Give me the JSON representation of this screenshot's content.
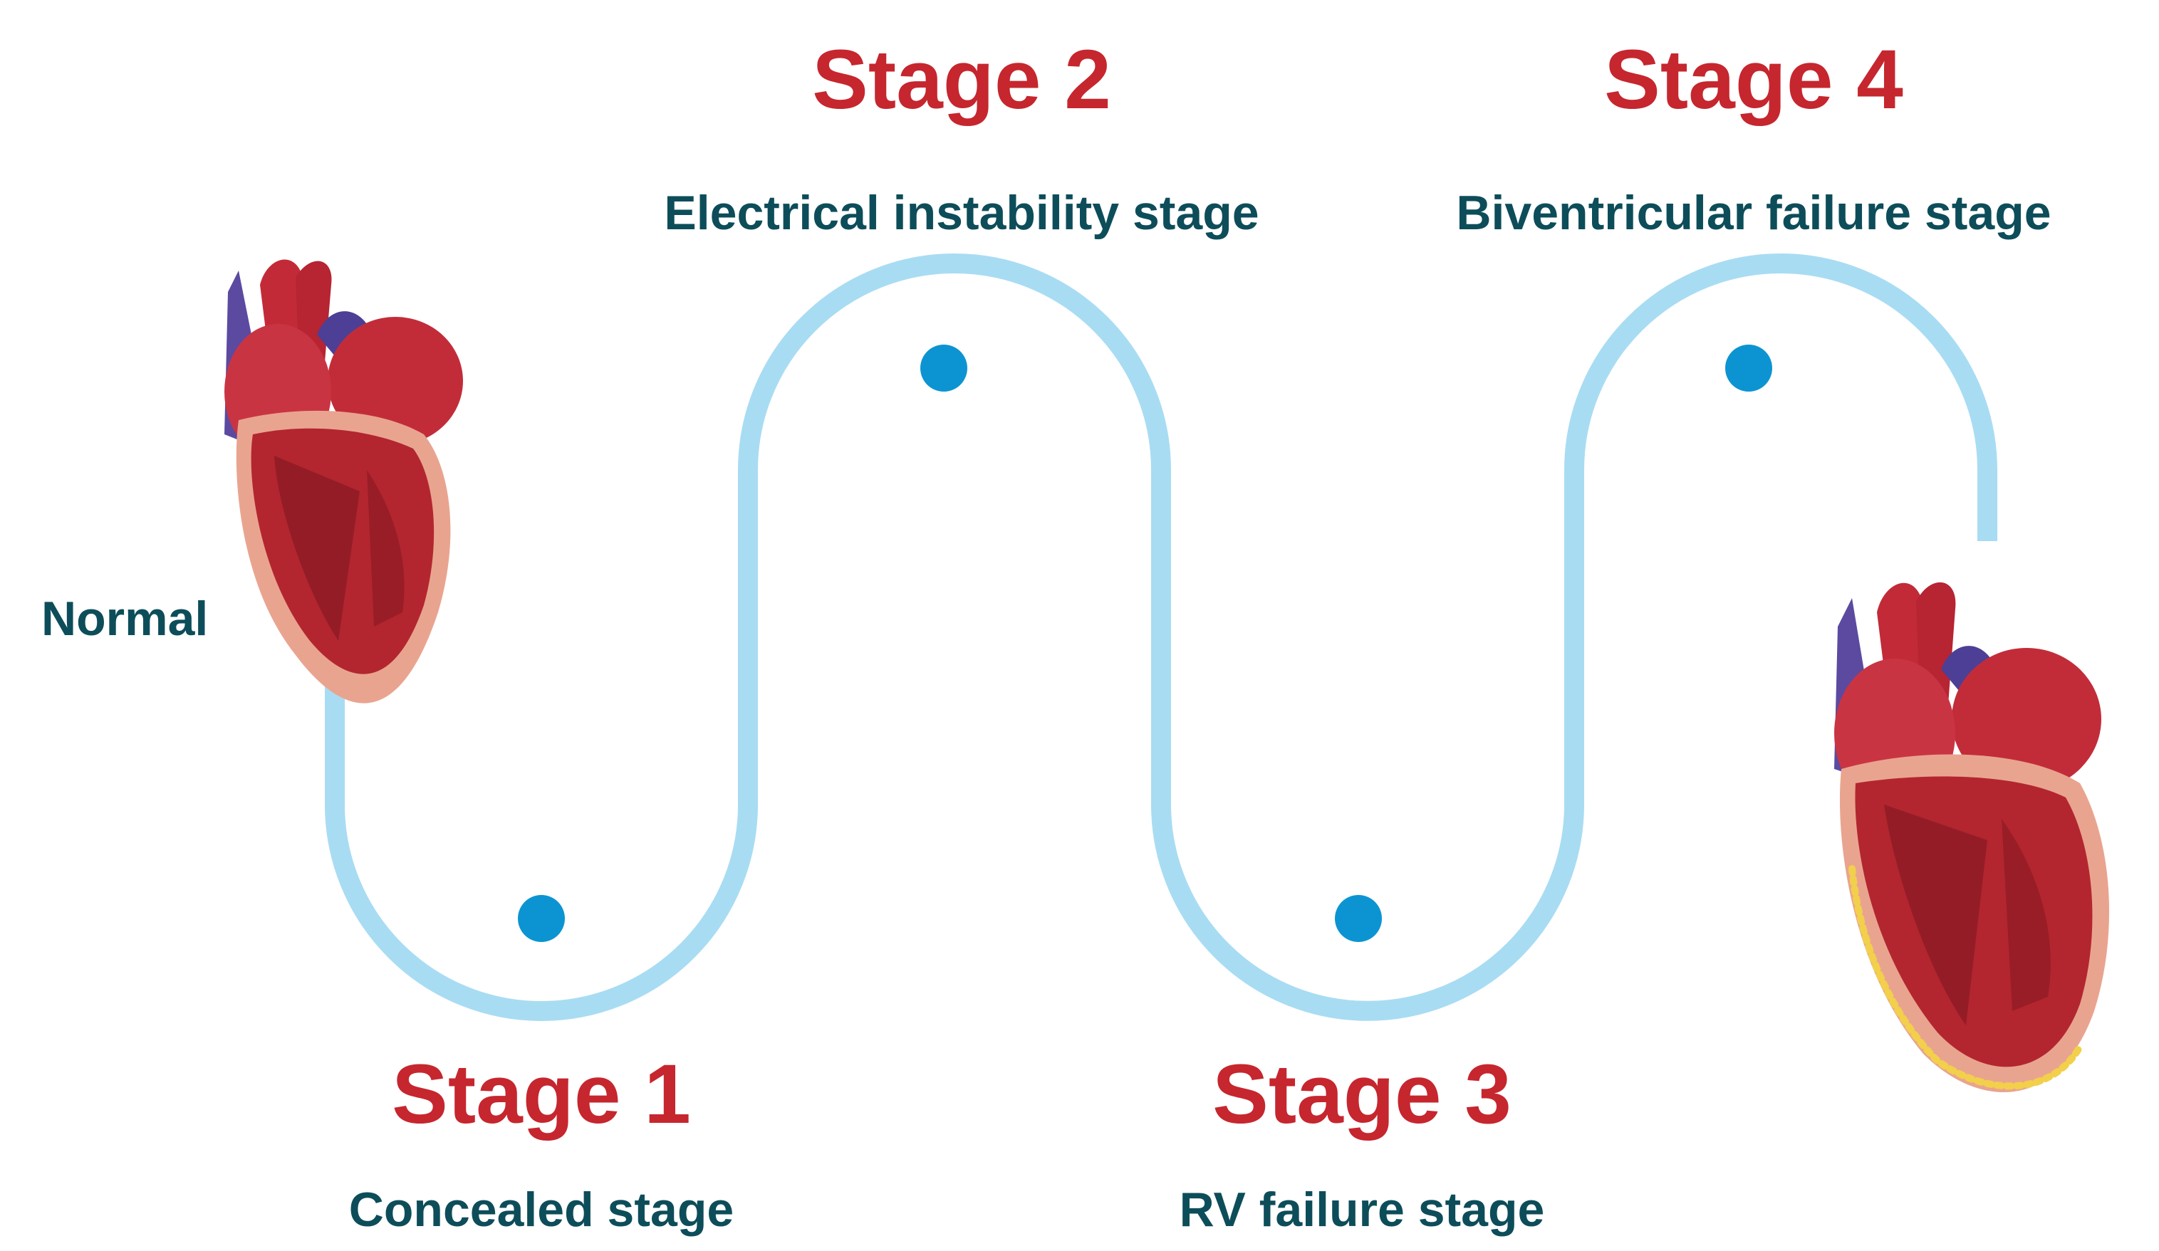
{
  "labels": {
    "normal": "Normal"
  },
  "stages": [
    {
      "title": "Stage 1",
      "subtitle": "Concealed stage"
    },
    {
      "title": "Stage 2",
      "subtitle": "Electrical instability stage"
    },
    {
      "title": "Stage 3",
      "subtitle": "RV failure stage"
    },
    {
      "title": "Stage 4",
      "subtitle": "Biventricular failure stage"
    }
  ],
  "colors": {
    "stage_title": "#c6262e",
    "subtitle": "#0d4d5a",
    "path": "#a8dcf3",
    "dot": "#0c94d2",
    "heart_muscle": "#b3262f",
    "heart_dark": "#7a1420",
    "heart_outer": "#e9a48f",
    "vessel_blue": "#5b4aa0",
    "fat_yellow": "#f2d04b"
  },
  "icons": {
    "normal_heart": "heart-icon",
    "diseased_heart": "heart-icon"
  }
}
